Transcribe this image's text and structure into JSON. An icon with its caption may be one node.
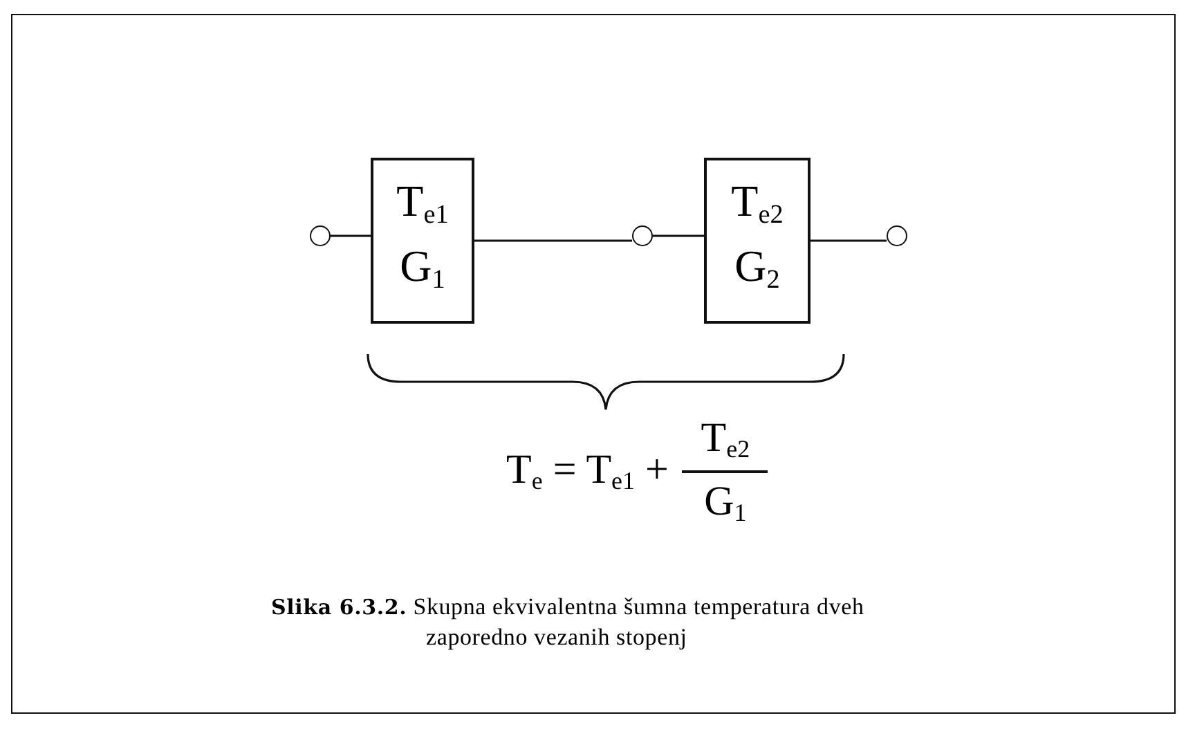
{
  "diagram": {
    "caption": "**Slika 6.3.2.** Skupna ekvivalentna šumna temperatura dveh zaporedno vezanih stopenj",
    "nodes": [
      {
        "text": [],
        "shape": "circle"
      },
      {
        "text": [
          "T$_{e1}$",
          "G$_{1}$"
        ]
      },
      {
        "text": [],
        "shape": "circle"
      },
      {
        "text": [
          "T$_{e2}$",
          "G$_{2}$"
        ]
      },
      {
        "text": [],
        "shape": "circle"
      }
    ],
    "edges": [
      {
        "from": 0,
        "to": 1,
        "arrow": "none"
      },
      {
        "from": 1,
        "to": 2,
        "arrow": "none"
      },
      {
        "from": 2,
        "to": 3,
        "arrow": "none"
      },
      {
        "from": 3,
        "to": 4,
        "arrow": "none"
      }
    ],
    "labels": [
      "T$_{e}$ = T$_{e1}$ +",
      "T$_{e2}$",
      "G$_{1}$"
    ]
  }
}
